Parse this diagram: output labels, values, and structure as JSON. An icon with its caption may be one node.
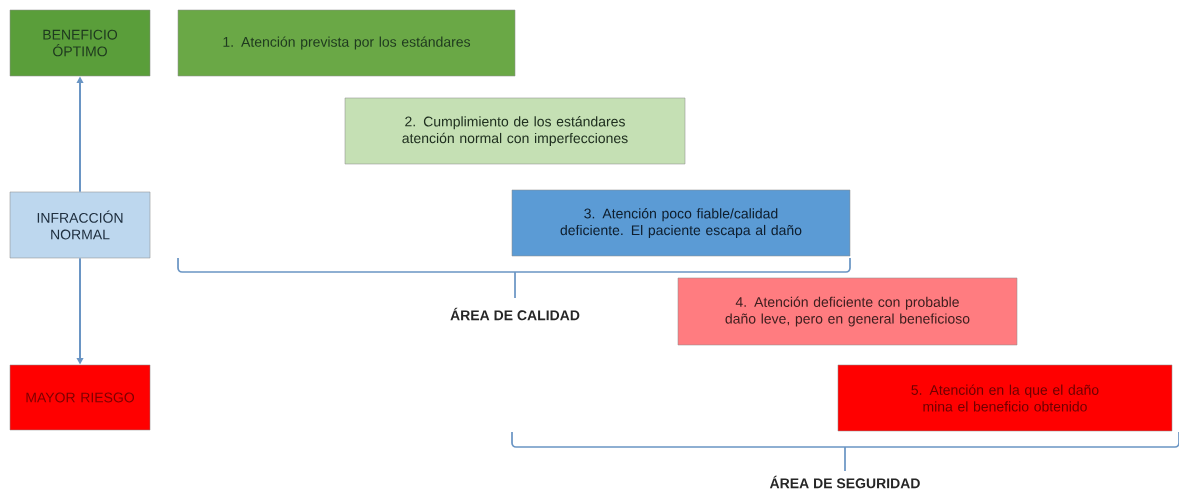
{
  "diagram": {
    "nodes": [
      {
        "text": [
          "BENEFICIO ÓPTIMO"
        ]
      },
      {
        "text": [
          "INFRACCIÓN NORMAL"
        ]
      },
      {
        "text": [
          "MAYOR RIESGO"
        ]
      },
      {
        "text": [
          "1. Atención prevista por los estándares"
        ]
      },
      {
        "text": [
          "2. Cumplimiento de los estándares atención normal con imperfecciones"
        ]
      },
      {
        "text": [
          "3. Atención poco fiable/calidad deficiente. El paciente escapa al daño"
        ]
      },
      {
        "text": [
          "4. Atención deficiente con probable daño leve, pero en general beneficioso"
        ]
      },
      {
        "text": [
          "5. Atención en la que el daño mina el beneficio obtenido"
        ]
      }
    ],
    "edges": [
      {
        "from": 1,
        "to": 0,
        "arrow": "to"
      },
      {
        "from": 1,
        "to": 2,
        "arrow": "to"
      }
    ],
    "labels": [
      "ÁREA DE CALIDAD",
      "ÁREA DE SEGURIDAD"
    ]
  }
}
